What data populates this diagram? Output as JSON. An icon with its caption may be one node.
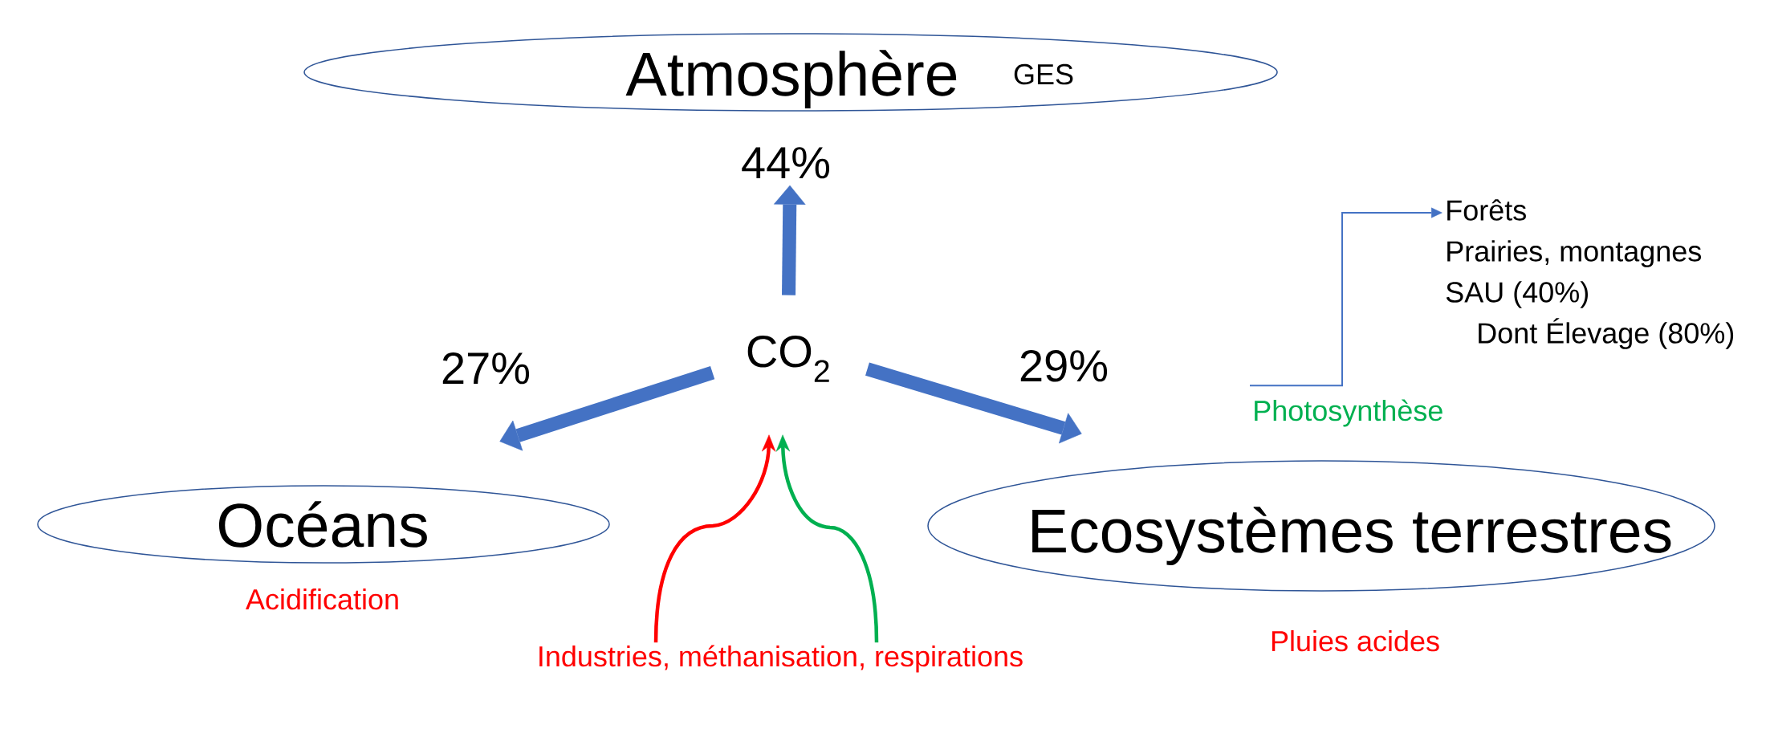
{
  "diagram": {
    "nodes": [
      {
        "text": [
          "Atmosphère",
          "GES"
        ]
      },
      {
        "text": [
          "CO$_{2}$"
        ]
      },
      {
        "text": [
          "Océans"
        ],
        "beside": [
          "Acidification"
        ]
      },
      {
        "text": [
          "Ecosystèmes terrestres"
        ],
        "beside": [
          "Pluies acides"
        ]
      },
      {
        "text": [
          "Industries, méthanisation, respirations"
        ]
      },
      {
        "text": [
          "Photosynthèse"
        ]
      },
      {
        "text": [
          "Forêts",
          "Prairies, montagnes",
          "SAU (40%)",
          "Dont Élevage (80%)"
        ]
      }
    ],
    "edges": [
      {
        "from": 1,
        "to": 0,
        "arrow": "to",
        "label": "44%",
        "style": "thick"
      },
      {
        "from": 1,
        "to": 2,
        "arrow": "to",
        "label": "27%",
        "style": "thick"
      },
      {
        "from": 1,
        "to": 3,
        "arrow": "to",
        "label": "29%",
        "style": "thick"
      },
      {
        "from": 4,
        "to": 1,
        "arrow": "to",
        "color": "#ff0000"
      },
      {
        "from": 4,
        "to": 1,
        "arrow": "to",
        "color": "#00b050"
      },
      {
        "from": 5,
        "to": 6,
        "arrow": "to"
      }
    ]
  }
}
